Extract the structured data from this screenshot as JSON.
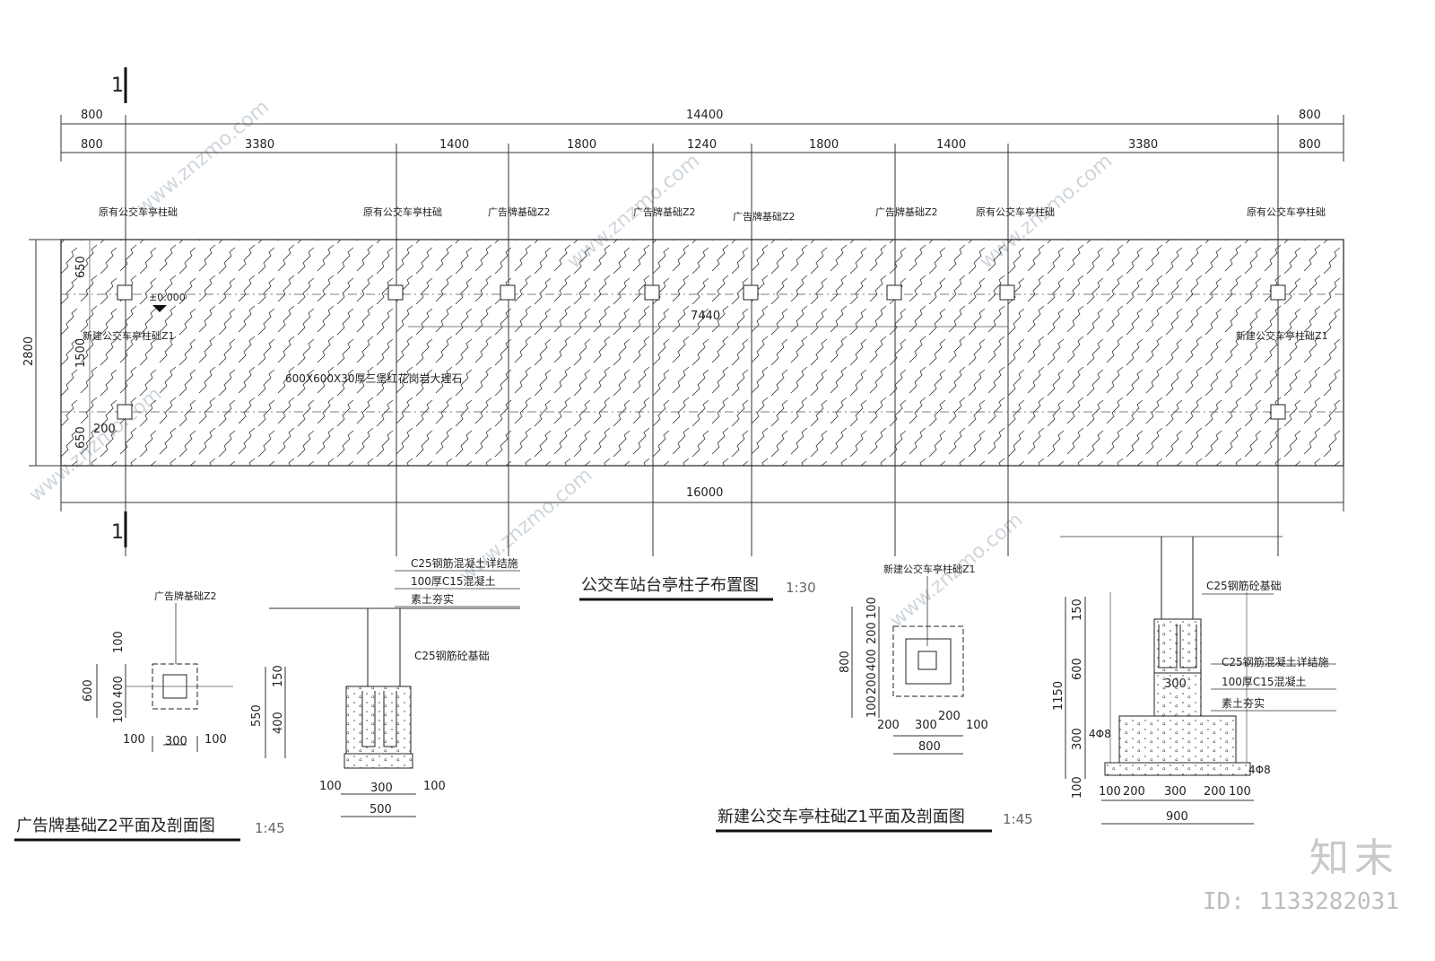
{
  "plan": {
    "title": "公交车站台亭柱子布置图",
    "scale": "1:30",
    "section_mark": "1",
    "top_dims_overall": [
      "800",
      "14400",
      "800"
    ],
    "top_dims_detail": [
      "800",
      "3380",
      "1400",
      "1800",
      "1240",
      "1800",
      "1400",
      "3380",
      "800"
    ],
    "bottom_dim": "16000",
    "left_dim_total": "2800",
    "left_dims": [
      "650",
      "1500",
      "650"
    ],
    "inner_dim_200": "200",
    "inner_dim_7440": "7440",
    "elevation": "±0.000",
    "material_note": "600X600X30厚三堡红花岗岩大理石",
    "column_labels": [
      "原有公交车亭柱础",
      "原有公交车亭柱础",
      "广告牌基础Z2",
      "广告牌基础Z2",
      "广告牌基础Z2",
      "广告牌基础Z2",
      "原有公交车亭柱础",
      "原有公交车亭柱础"
    ],
    "new_column_label_left": "新建公交车亭柱础Z1",
    "new_column_label_right": "新建公交车亭柱础Z1"
  },
  "z2": {
    "title": "广告牌基础Z2平面及剖面图",
    "scale": "1:45",
    "plan_label": "广告牌基础Z2",
    "plan_dims_v": [
      "100",
      "400",
      "100"
    ],
    "plan_dim_total": "600",
    "plan_dims_h": [
      "100",
      "300",
      "100"
    ],
    "section_notes": [
      "C25钢筋混凝土详结施",
      "100厚C15混凝土",
      "素土夯实"
    ],
    "section_base_note": "C25钢筋砼基础",
    "section_dims_v": [
      "150",
      "400"
    ],
    "section_dim_total": "550",
    "section_dims_h": [
      "100",
      "300",
      "100"
    ],
    "section_dim_total_h": "500"
  },
  "z1": {
    "title": "新建公交车亭柱础Z1平面及剖面图",
    "scale": "1:45",
    "plan_label": "新建公交车亭柱础Z1",
    "plan_dims_v": [
      "100",
      "200",
      "400",
      "200",
      "100"
    ],
    "plan_dim_total": "800",
    "plan_dims_h": [
      "200",
      "300",
      "200",
      "100"
    ],
    "plan_dim_total_h": "800",
    "section_base_note": "C25钢筋砼基础",
    "section_notes": [
      "C25钢筋混凝土详结施",
      "100厚C15混凝土",
      "素土夯实"
    ],
    "section_dims_v": [
      "150",
      "600",
      "300",
      "100"
    ],
    "section_dim_total": "1150",
    "rebar_a": "4Φ8",
    "rebar_b": "4Φ8",
    "inner_dim": "300",
    "section_dims_h": [
      "100",
      "200",
      "300",
      "200",
      "100"
    ],
    "section_dim_total_h": "900"
  },
  "watermark": "www.znzmo.com",
  "brand": "知末",
  "image_id": "ID: 1133282031"
}
